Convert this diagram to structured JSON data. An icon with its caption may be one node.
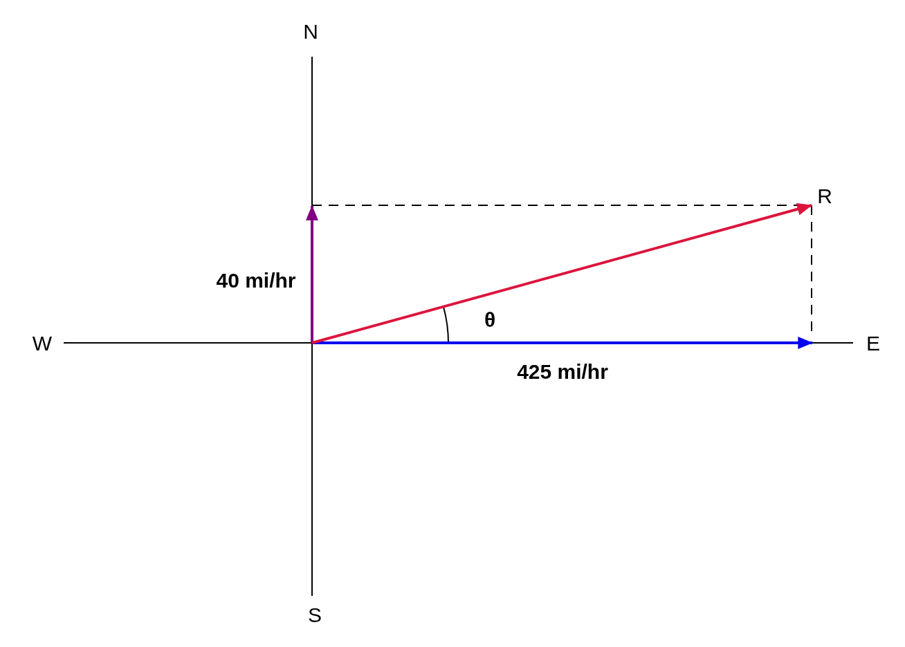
{
  "diagram": {
    "labels": [
      "N",
      "R",
      "40 mi/hr",
      "θ",
      "W",
      "E",
      "425 mi/hr",
      "S"
    ]
  }
}
